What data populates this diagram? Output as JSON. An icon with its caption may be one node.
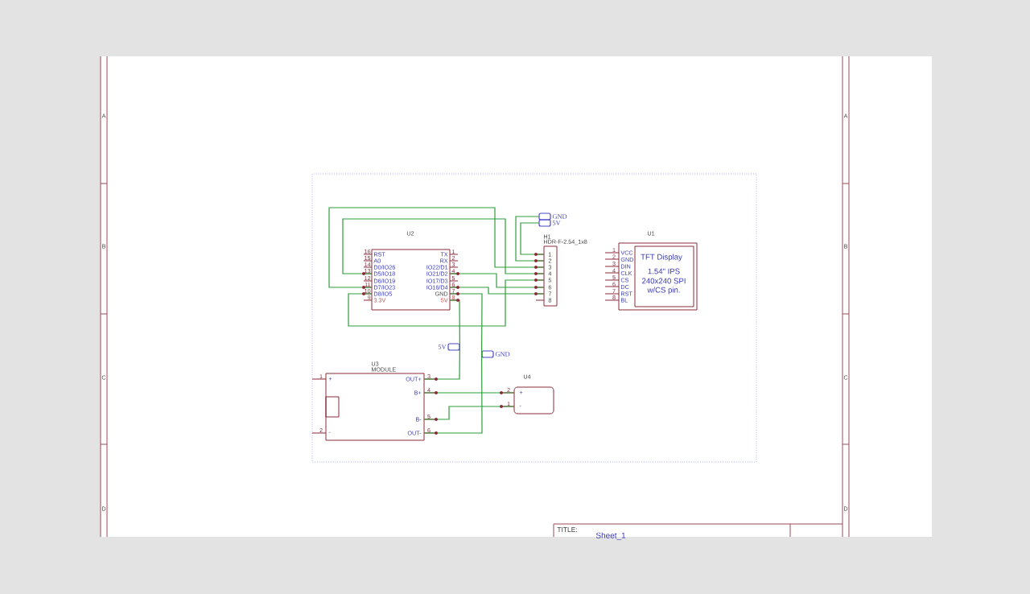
{
  "diagram": {
    "nodes": [
      {
        "text": [
          "U2",
          "RST",
          "A0",
          "D0/IO26",
          "D5/IO18",
          "D6/IO19",
          "D7/IO23",
          "D8/IO5",
          "3.3V",
          "TX",
          "RX",
          "IO22/D1",
          "IO21/D2",
          "IO17/D3",
          "IO16/D4",
          "GND",
          "5V"
        ],
        "beside": [
          "16",
          "15",
          "14",
          "13",
          "12",
          "11",
          "10",
          "9",
          "1",
          "2",
          "3",
          "4",
          "5",
          "6",
          "7",
          "8"
        ]
      },
      {
        "text": [
          "GND"
        ]
      },
      {
        "text": [
          "5V"
        ]
      },
      {
        "text": [
          "H1",
          "HDR-F-2.54_1x8",
          "1",
          "2",
          "3",
          "4",
          "5",
          "6",
          "7",
          "8"
        ]
      },
      {
        "text": [
          "U1",
          "VCC",
          "GND",
          "DIN",
          "CLK",
          "CS",
          "DC",
          "RST",
          "BL"
        ],
        "beside": [
          "1",
          "2",
          "3",
          "4",
          "5",
          "6",
          "7",
          "8"
        ]
      },
      {
        "text": [
          "TFT Display",
          "1.54\" IPS",
          "240x240 SPI",
          "w/CS pin."
        ],
        "in": 4
      },
      {
        "text": [
          "5V"
        ]
      },
      {
        "text": [
          "GND"
        ]
      },
      {
        "text": [
          "U3",
          "MODULE",
          "+",
          "-",
          "OUT+",
          "B+",
          "B-",
          "OUT-"
        ],
        "beside": [
          "1",
          "2",
          "3",
          "4",
          "5",
          "6"
        ]
      },
      {
        "text": [],
        "shape": "box",
        "in": 8
      },
      {
        "text": [
          "U4",
          "+",
          "-"
        ],
        "beside": [
          "2",
          "1"
        ]
      }
    ],
    "edges": [
      {
        "from": 0,
        "to": 3,
        "arrow": "none"
      },
      {
        "from": 0,
        "to": 3,
        "arrow": "none"
      },
      {
        "from": 0,
        "to": 3,
        "arrow": "none"
      },
      {
        "from": 0,
        "to": 3,
        "arrow": "none"
      },
      {
        "from": 0,
        "to": 3,
        "arrow": "none"
      },
      {
        "from": 1,
        "to": 3,
        "arrow": "none"
      },
      {
        "from": 2,
        "to": 3,
        "arrow": "none"
      },
      {
        "from": 0,
        "to": 7,
        "arrow": "none"
      },
      {
        "from": 7,
        "to": 8,
        "arrow": "none"
      },
      {
        "from": 0,
        "to": 6,
        "arrow": "none"
      },
      {
        "from": 6,
        "to": 8,
        "arrow": "none"
      },
      {
        "from": 8,
        "to": 10,
        "arrow": "none"
      },
      {
        "from": 8,
        "to": 10,
        "arrow": "none"
      }
    ],
    "labels": [
      "A",
      "B",
      "C",
      "D",
      "A",
      "B",
      "C",
      "D",
      "TITLE:",
      "Sheet_1"
    ]
  }
}
